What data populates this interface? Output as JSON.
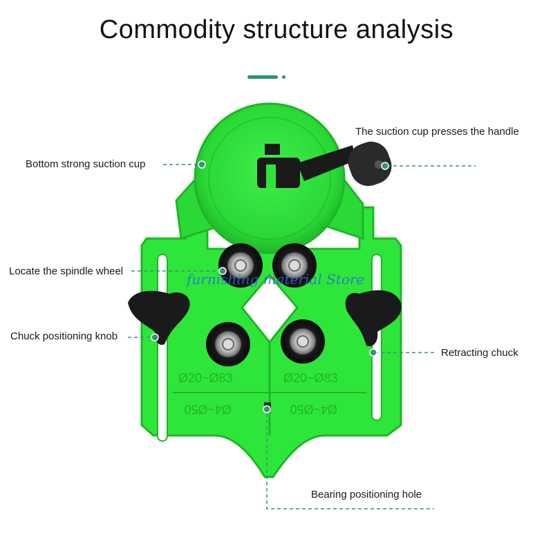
{
  "title": "Commodity structure analysis",
  "watermark": "furnishing material Store",
  "labels": {
    "suction_cup": "Bottom strong suction cup",
    "handle": "The suction cup presses the handle",
    "spindle_wheel": "Locate the spindle wheel",
    "positioning_knob": "Chuck positioning knob",
    "retracting_chuck": "Retracting chuck",
    "bearing_hole": "Bearing positioning hole"
  },
  "scale_marks": {
    "upper_left": "Ø20~Ø83",
    "upper_right": "Ø20~Ø83",
    "lower_left": "Ø4~Ø50",
    "lower_right": "Ø4~Ø50"
  },
  "colors": {
    "accent": "#1f9a6a",
    "tool_green": "#2ee63a",
    "tool_dark_green": "#1fb528",
    "leader": "#3a8f7a"
  }
}
